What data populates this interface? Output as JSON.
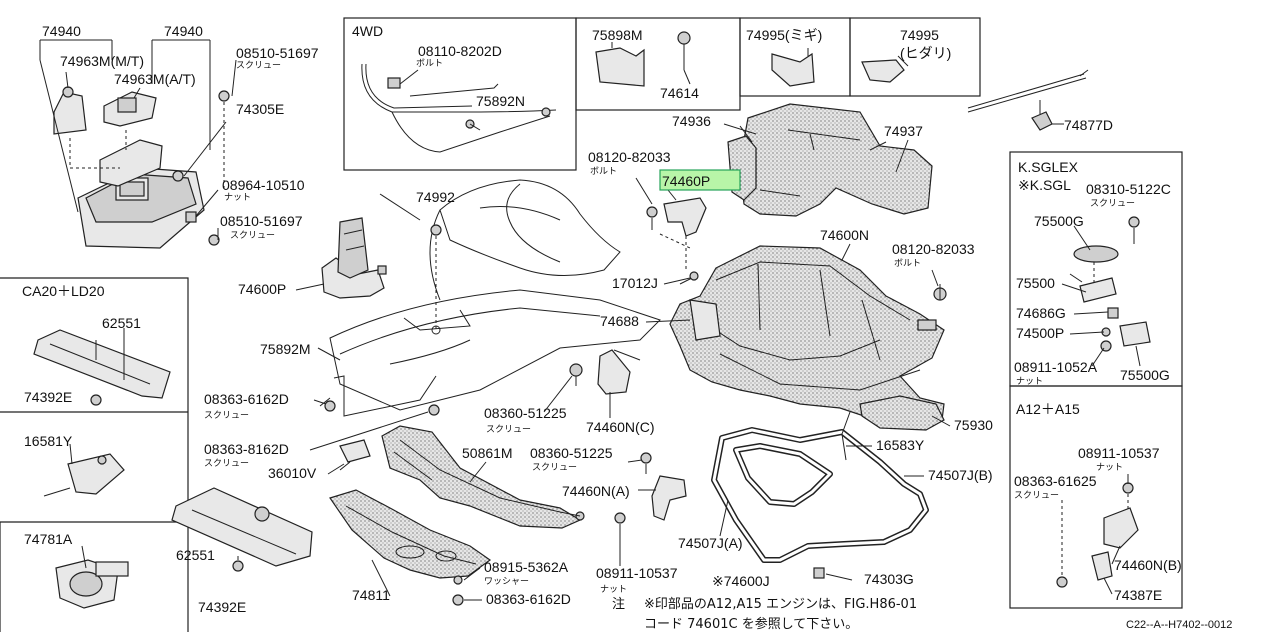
{
  "diagram": {
    "parts": [
      {
        "id": "p1",
        "number": "74940"
      },
      {
        "id": "p2",
        "number": "74940"
      },
      {
        "id": "p3",
        "number": "74963M(M/T)"
      },
      {
        "id": "p4",
        "number": "74963M(A/T)"
      },
      {
        "id": "p5",
        "number": "08510-51697",
        "sub": "スクリュー"
      },
      {
        "id": "p6",
        "number": "74305E"
      },
      {
        "id": "p7",
        "number": "08964-10510",
        "sub": "ナット"
      },
      {
        "id": "p8",
        "number": "08510-51697",
        "sub": "スクリュー"
      },
      {
        "id": "p9",
        "number": "08110-8202D",
        "sub": "ボルト"
      },
      {
        "id": "p10",
        "number": "75892N"
      },
      {
        "id": "p11",
        "number": "75898M"
      },
      {
        "id": "p12",
        "number": "74614"
      },
      {
        "id": "p13",
        "number": "74995(ミギ)"
      },
      {
        "id": "p14",
        "number": "74995"
      },
      {
        "id": "p15",
        "number": "(ヒダリ)"
      },
      {
        "id": "p16",
        "number": "74877D"
      },
      {
        "id": "p17",
        "number": "74936"
      },
      {
        "id": "p18",
        "number": "74937"
      },
      {
        "id": "p19",
        "number": "08120-82033",
        "sub": "ボルト"
      },
      {
        "id": "p20",
        "number": "74460P",
        "highlight": true
      },
      {
        "id": "p21",
        "number": "74992"
      },
      {
        "id": "p22",
        "number": "74600P"
      },
      {
        "id": "p23",
        "number": "74600N"
      },
      {
        "id": "p24",
        "number": "08120-82033",
        "sub": "ボルト"
      },
      {
        "id": "p25",
        "number": "17012J"
      },
      {
        "id": "p26",
        "number": "74688"
      },
      {
        "id": "p27",
        "number": "62551"
      },
      {
        "id": "p28",
        "number": "74392E"
      },
      {
        "id": "p29",
        "number": "75892M"
      },
      {
        "id": "p30",
        "number": "08363-6162D",
        "sub": "スクリュー"
      },
      {
        "id": "p31",
        "number": "08363-8162D",
        "sub": "スクリュー"
      },
      {
        "id": "p32",
        "number": "08360-51225",
        "sub": "スクリュー"
      },
      {
        "id": "p33",
        "number": "74460N(C)"
      },
      {
        "id": "p34",
        "number": "16583Y"
      },
      {
        "id": "p35",
        "number": "75930"
      },
      {
        "id": "p36",
        "number": "16581Y"
      },
      {
        "id": "p37",
        "number": "36010V"
      },
      {
        "id": "p38",
        "number": "50861M"
      },
      {
        "id": "p39",
        "number": "08360-51225",
        "sub": "スクリュー"
      },
      {
        "id": "p40",
        "number": "74507J(B)"
      },
      {
        "id": "p41",
        "number": "74781A"
      },
      {
        "id": "p42",
        "number": "74460N(A)"
      },
      {
        "id": "p43",
        "number": "62551"
      },
      {
        "id": "p44",
        "number": "74507J(A)"
      },
      {
        "id": "p45",
        "number": "08915-5362A",
        "sub": "ワッシャー"
      },
      {
        "id": "p46",
        "number": "08911-10537",
        "sub": "ナット"
      },
      {
        "id": "p47",
        "number": "※74600J"
      },
      {
        "id": "p48",
        "number": "74303G"
      },
      {
        "id": "p49",
        "number": "74392E"
      },
      {
        "id": "p50",
        "number": "74811"
      },
      {
        "id": "p51",
        "number": "08363-6162D"
      },
      {
        "id": "p52",
        "number": "08310-5122C",
        "sub": "スクリュー"
      },
      {
        "id": "p53",
        "number": "75500G"
      },
      {
        "id": "p54",
        "number": "75500"
      },
      {
        "id": "p55",
        "number": "74686G"
      },
      {
        "id": "p56",
        "number": "74500P"
      },
      {
        "id": "p57",
        "number": "08911-1052A",
        "sub": "ナット"
      },
      {
        "id": "p58",
        "number": "75500G"
      },
      {
        "id": "p59",
        "number": "08911-10537",
        "sub": "ナット"
      },
      {
        "id": "p60",
        "number": "08363-61625",
        "sub": "スクリュー"
      },
      {
        "id": "p61",
        "number": "74460N(B)"
      },
      {
        "id": "p62",
        "number": "74387E"
      }
    ],
    "section_headers": {
      "fwd": "4WD",
      "ksglex": "K.SGLEX",
      "ksgl": "※K.SGL",
      "ca20": "CA20＋LD20",
      "a12": "A12＋A15"
    },
    "note_label": "注",
    "note_line1": "※印部品のA12,A15 エンジンは、FIG.H86-01",
    "note_line2": "コード 74601C を参照して下さい。",
    "figure_code": "C22--A--H7402--0012",
    "colors": {
      "highlight_fill": "#b8f5a8",
      "highlight_stroke": "#27a35a"
    }
  }
}
